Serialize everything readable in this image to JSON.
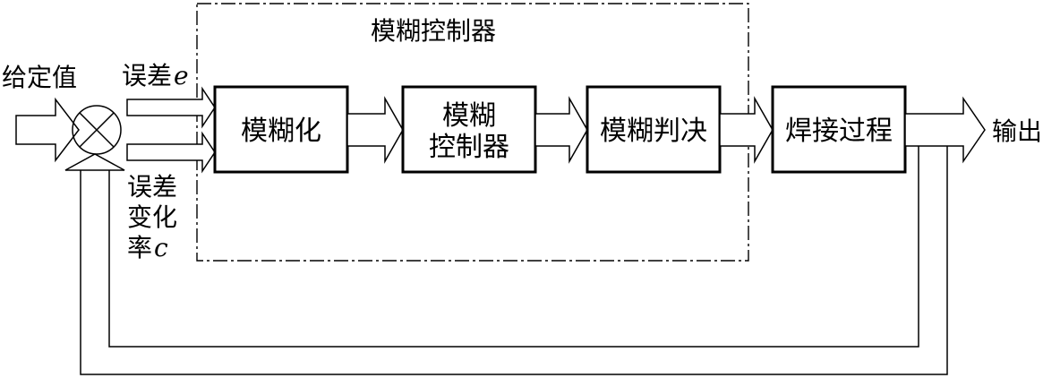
{
  "controller_title": "模糊控制器",
  "input": {
    "label": "给定值"
  },
  "signals": {
    "error_prefix": "误差",
    "error_symbol": "e",
    "rate_line1": "误差",
    "rate_line2": "变化",
    "rate_line3_prefix": "率",
    "rate_symbol": "c"
  },
  "blocks": {
    "fuzzify": "模糊化",
    "fuzzy_controller_line1": "模糊",
    "fuzzy_controller_line2": "控制器",
    "fuzzy_decision": "模糊判决",
    "welding_process": "焊接过程"
  },
  "output": {
    "label": "输出"
  }
}
